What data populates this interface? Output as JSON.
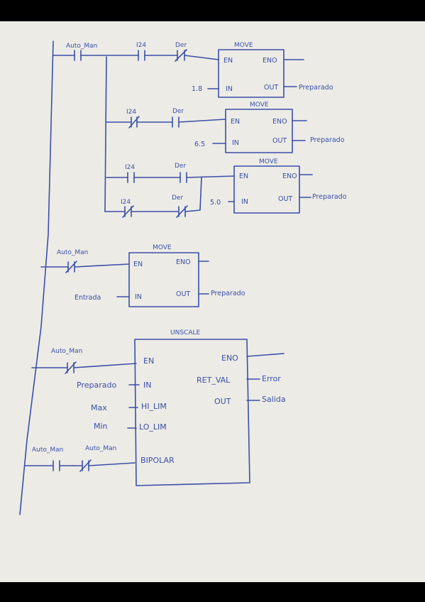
{
  "rung1": {
    "contacts": [
      "Auto_Man",
      "I24",
      "Der"
    ],
    "block": {
      "title": "MOVE",
      "en": "EN",
      "eno": "ENO",
      "in": "IN",
      "out": "OUT",
      "in_value": "1.8",
      "out_label": "Preparado"
    }
  },
  "rung2": {
    "contacts": [
      "I24",
      "Der"
    ],
    "block": {
      "title": "MOVE",
      "en": "EN",
      "eno": "ENO",
      "in": "IN",
      "out": "OUT",
      "in_value": "6.5",
      "out_label": "Preparado"
    }
  },
  "rung3": {
    "contacts_top": [
      "I24",
      "Der"
    ],
    "contacts_bottom": [
      "I24",
      "Der"
    ],
    "block": {
      "title": "MOVE",
      "en": "EN",
      "eno": "ENO",
      "in": "IN",
      "out": "OUT",
      "in_value": "5.0",
      "out_label": "Preparado"
    }
  },
  "rung4": {
    "contact": "Auto_Man",
    "block": {
      "title": "MOVE",
      "en": "EN",
      "eno": "ENO",
      "in": "IN",
      "out": "OUT",
      "in_label": "Entrada",
      "out_label": "Preparado"
    }
  },
  "rung5": {
    "contact_en": "Auto_Man",
    "contacts_bipolar": [
      "Auto_Man",
      "Auto_Man"
    ],
    "block": {
      "title": "UNSCALE",
      "en": "EN",
      "in": "IN",
      "hi": "HI_LIM",
      "lo": "LO_LIM",
      "bipolar": "BIPOLAR",
      "eno": "ENO",
      "retval": "RET_VAL",
      "out": "OUT",
      "in_label": "Preparado",
      "hi_label": "Max",
      "lo_label": "Min",
      "retval_label": "Error",
      "out_label": "Salida"
    }
  }
}
